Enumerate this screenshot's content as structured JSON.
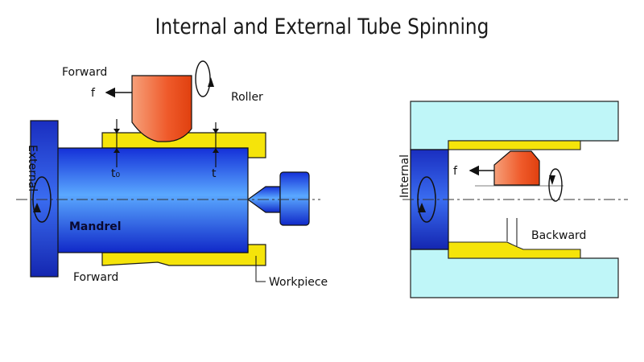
{
  "title": "Internal and External Tube Spinning",
  "external_diagram": {
    "forward_top_label": "Forward",
    "feed_label": "f",
    "roller_label": "Roller",
    "t0_label": "t₀",
    "t_label": "t",
    "side_label": "External",
    "mandrel_label": "Mandrel",
    "forward_bottom_label": "Forward",
    "workpiece_label": "Workpiece"
  },
  "internal_diagram": {
    "side_label": "Internal",
    "feed_label": "f",
    "backward_label": "Backward"
  },
  "colors": {
    "mandrel_blue": "#1f3fe0",
    "roller_orange": "#f05a28",
    "workpiece_yellow": "#f5e40a",
    "die_cyan": "#bff6f8"
  },
  "icons": [
    "rotation-arrow-icon",
    "feed-arrow-icon"
  ]
}
